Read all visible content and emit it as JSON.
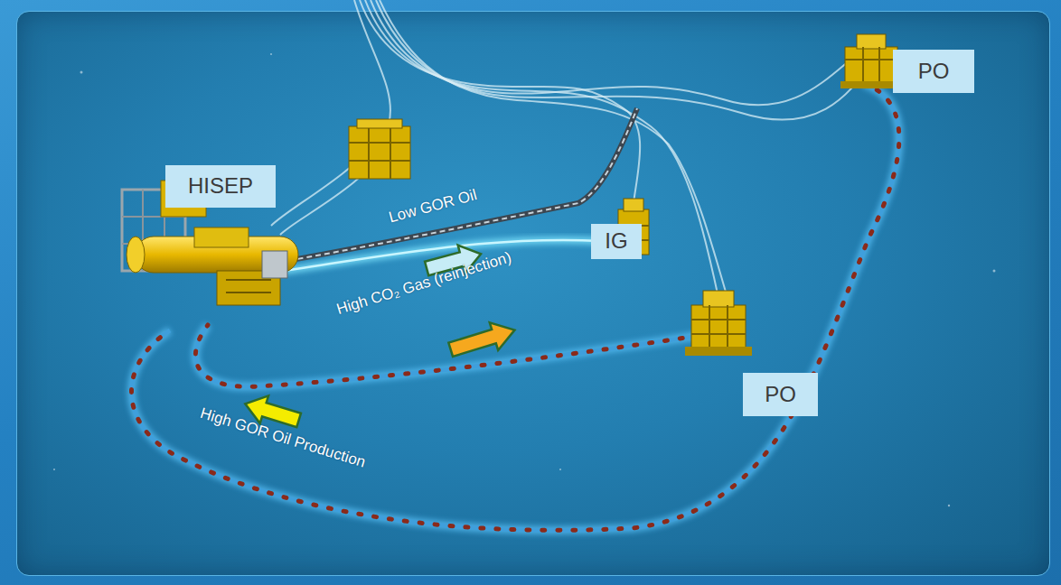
{
  "diagram": {
    "nodes": [
      {
        "text": [
          "HISEP"
        ]
      },
      {
        "text": [
          "PO"
        ]
      },
      {
        "text": [
          "IG"
        ]
      },
      {
        "text": [
          "PO"
        ]
      }
    ],
    "labels": [
      "Low GOR Oil",
      "High CO₂ Gas (reinjection)",
      "High GOR Oil Production"
    ]
  }
}
